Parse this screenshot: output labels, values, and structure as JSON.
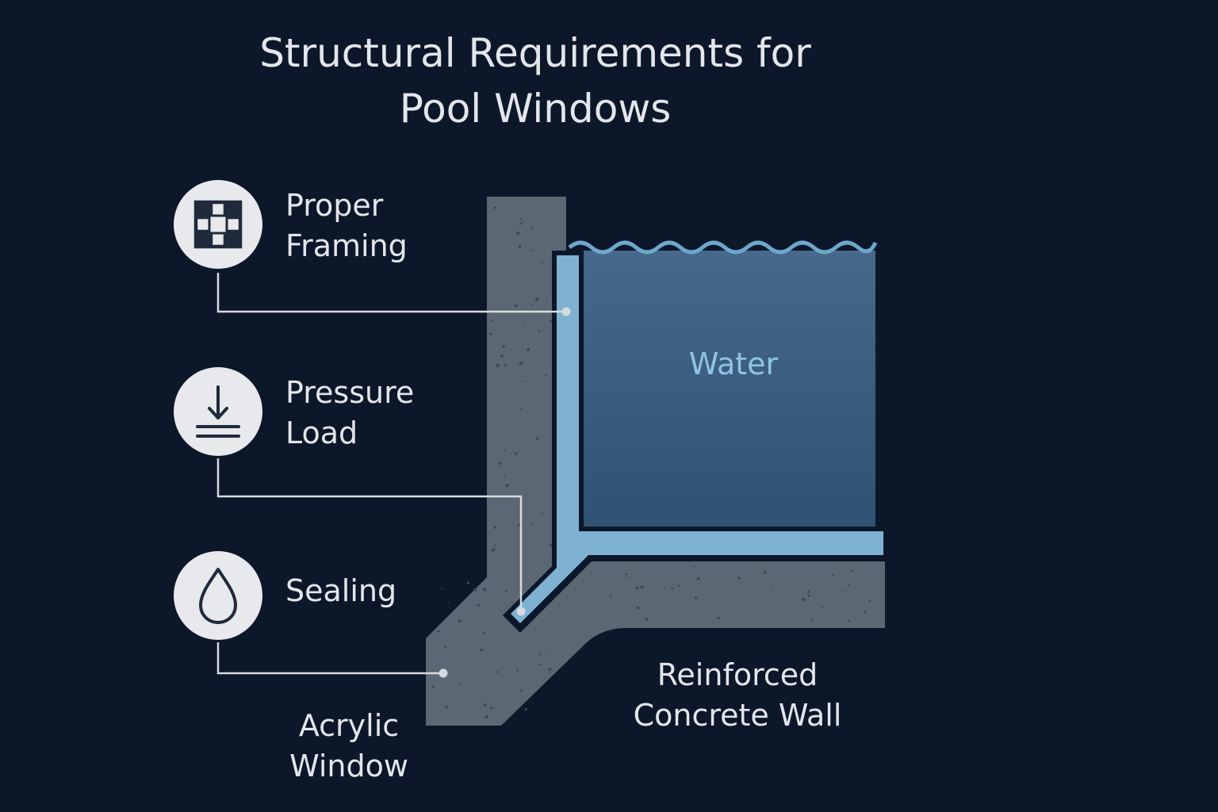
{
  "title": {
    "line1": "Structural Requirements for",
    "line2": "Pool Windows"
  },
  "requirements": [
    {
      "icon": "frame-icon",
      "line1": "Proper",
      "line2": "Framing"
    },
    {
      "icon": "pressure-arrow-icon",
      "line1": "Pressure",
      "line2": "Load"
    },
    {
      "icon": "water-drop-icon",
      "line1": "Sealing",
      "line2": ""
    }
  ],
  "water_label": "Water",
  "wall_label": {
    "line1": "Reinforced",
    "line2": "Concrete Wall"
  },
  "window_label": {
    "line1": "Acrylic",
    "line2": "Window"
  },
  "colors": {
    "background": "#0d172a",
    "concrete": "#5b6873",
    "water": "#3d6384",
    "acrylic": "#7fb2d2",
    "text": "#e3e6ea",
    "water_text": "#8fc4e2"
  }
}
